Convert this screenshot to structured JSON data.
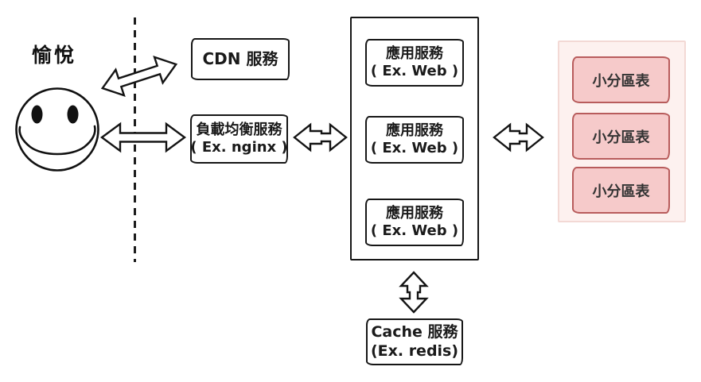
{
  "diagram": {
    "user": {
      "label": "愉悅"
    },
    "cdn": {
      "label": "CDN 服務"
    },
    "load_balancer": {
      "line1": "負載均衡服務",
      "line2": "( Ex. nginx )"
    },
    "app_cluster": {
      "services": [
        {
          "line1": "應用服務",
          "line2": "( Ex. Web )"
        },
        {
          "line1": "應用服務",
          "line2": "( Ex. Web )"
        },
        {
          "line1": "應用服務",
          "line2": "( Ex. Web )"
        }
      ]
    },
    "cache": {
      "line1": "Cache 服務",
      "line2": "(Ex. redis)"
    },
    "database": {
      "partitions": [
        {
          "label": "小分區表"
        },
        {
          "label": "小分區表"
        },
        {
          "label": "小分區表"
        }
      ]
    },
    "colors": {
      "ink": "#161616",
      "partition_fill": "#f6caca",
      "partition_border": "#b85c5c",
      "partition_panel_fill": "#fdf1ef",
      "partition_panel_border": "#f3d9d5"
    }
  }
}
